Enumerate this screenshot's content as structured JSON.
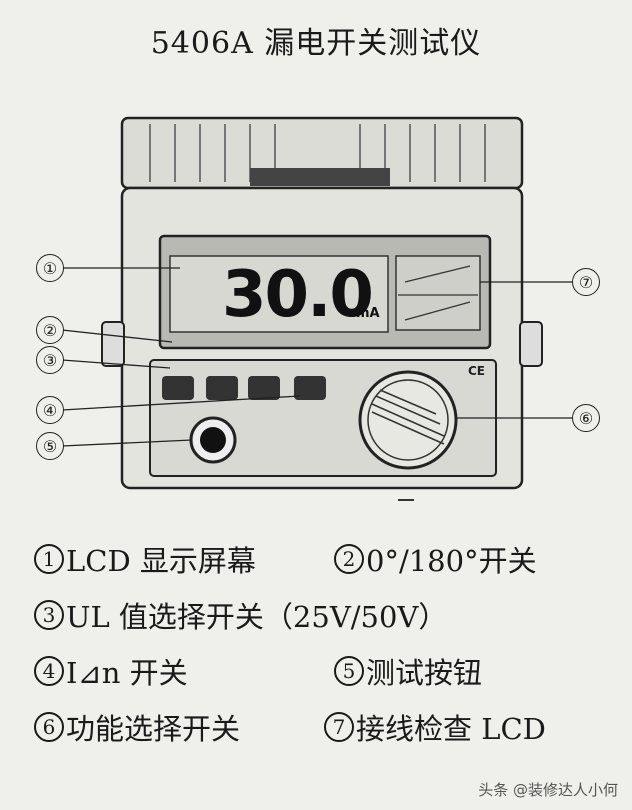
{
  "title": "5406A 漏电开关测试仪",
  "device": {
    "lcd_reading": "30.0",
    "lcd_unit": "mA",
    "panel_brand_text": "CE",
    "callouts": [
      "①",
      "②",
      "③",
      "④",
      "⑤",
      "⑥",
      "⑦"
    ]
  },
  "legend": [
    {
      "num": "1",
      "text": "LCD 显示屏幕"
    },
    {
      "num": "2",
      "text": "0°/180°开关"
    },
    {
      "num": "3",
      "text": "UL 值选择开关（25V/50V）"
    },
    {
      "num": "4",
      "text": "I⊿n 开关"
    },
    {
      "num": "5",
      "text": "测试按钮"
    },
    {
      "num": "6",
      "text": "功能选择开关"
    },
    {
      "num": "7",
      "text": "接线检查 LCD"
    }
  ],
  "watermark": "头条 @装修达人小何"
}
